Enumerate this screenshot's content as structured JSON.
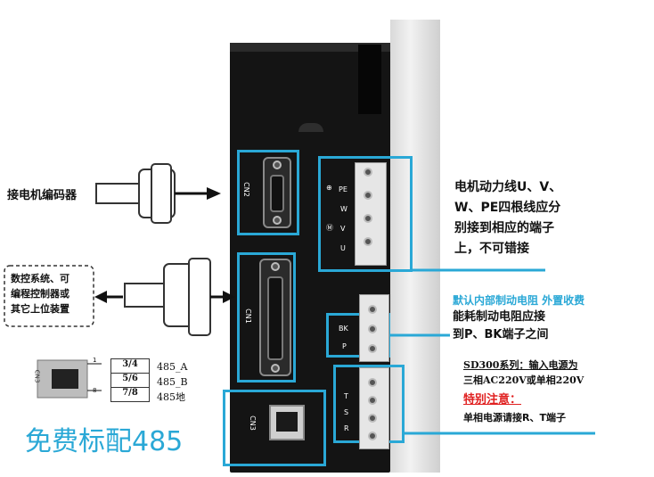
{
  "labels": {
    "encoder_label": "接电机编码器",
    "controller_lines": [
      "数控系统、可",
      "编程控制器或",
      "其它上位装置"
    ],
    "motor_lines": [
      "电机动力线U、V、",
      "W、PE四根线应分",
      "别接到相应的端子",
      "上，不可错接"
    ],
    "brake_title": "默认内部制动电阻 外置收费",
    "brake_lines": [
      "能耗制动电阻应接",
      "到P、BK端子之间"
    ],
    "power_line1": "SD300系列：输入电源为",
    "power_line2": "三相AC220V或单相220V",
    "special_notice": "特别注意：",
    "single_phase": "单相电源请接R、T端子",
    "free_485": "免费标配485"
  },
  "pinout": {
    "rows": [
      {
        "pins": "3/4",
        "signal": "485_A"
      },
      {
        "pins": "5/6",
        "signal": "485_B"
      },
      {
        "pins": "7/8",
        "signal": "485地"
      }
    ],
    "pin_marks": [
      "1",
      "8"
    ],
    "port_label": "CN3"
  },
  "ports": {
    "cn2": "CN2",
    "cn1": "CN1",
    "cn3": "CN3"
  },
  "terminal_marks": {
    "pe": "PE",
    "w": "W",
    "v": "V",
    "u": "U",
    "bk": "BK",
    "p": "P",
    "t": "T",
    "s": "S",
    "r": "R"
  },
  "colors": {
    "highlight": "#2aa8d6",
    "brake_title": "#2aa8d6",
    "notice": "#e02020",
    "free_485": "#2aa8d6"
  }
}
